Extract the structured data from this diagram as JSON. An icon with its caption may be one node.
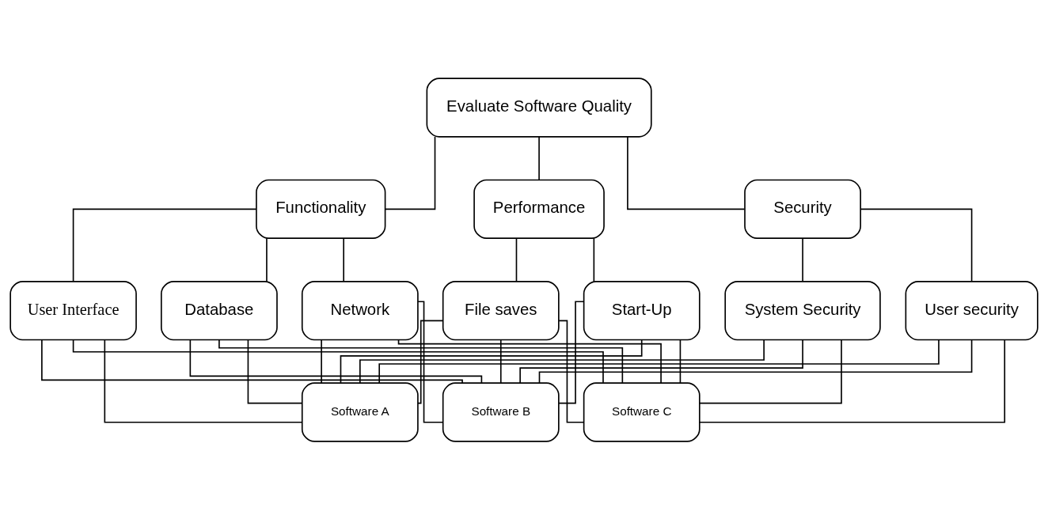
{
  "diagram": {
    "nodes": [
      {
        "text": [
          "Evaluate Software Quality"
        ]
      },
      {
        "text": [
          "Functionality"
        ]
      },
      {
        "text": [
          "Performance"
        ]
      },
      {
        "text": [
          "Security"
        ]
      },
      {
        "text": [
          "User Interface"
        ]
      },
      {
        "text": [
          "Database"
        ]
      },
      {
        "text": [
          "Network"
        ]
      },
      {
        "text": [
          "Start-Up"
        ]
      },
      {
        "text": [
          "File saves"
        ]
      },
      {
        "text": [
          "User security"
        ]
      },
      {
        "text": [
          "System Security"
        ]
      },
      {
        "text": [
          "Software A"
        ]
      },
      {
        "text": [
          "Software B"
        ]
      },
      {
        "text": [
          "Software C"
        ]
      }
    ],
    "edges": [
      {
        "from": 0,
        "to": 1,
        "arrow": "none"
      },
      {
        "from": 0,
        "to": 2,
        "arrow": "none"
      },
      {
        "from": 0,
        "to": 3,
        "arrow": "none"
      },
      {
        "from": 1,
        "to": 4,
        "arrow": "none"
      },
      {
        "from": 1,
        "to": 5,
        "arrow": "none"
      },
      {
        "from": 1,
        "to": 6,
        "arrow": "none"
      },
      {
        "from": 2,
        "to": 7,
        "arrow": "none"
      },
      {
        "from": 2,
        "to": 8,
        "arrow": "none"
      },
      {
        "from": 3,
        "to": 9,
        "arrow": "none"
      },
      {
        "from": 3,
        "to": 10,
        "arrow": "none"
      },
      {
        "from": 4,
        "to": 11,
        "arrow": "none"
      },
      {
        "from": 4,
        "to": 12,
        "arrow": "none"
      },
      {
        "from": 4,
        "to": 13,
        "arrow": "none"
      },
      {
        "from": 5,
        "to": 11,
        "arrow": "none"
      },
      {
        "from": 5,
        "to": 12,
        "arrow": "none"
      },
      {
        "from": 5,
        "to": 13,
        "arrow": "none"
      },
      {
        "from": 6,
        "to": 11,
        "arrow": "none"
      },
      {
        "from": 6,
        "to": 12,
        "arrow": "none"
      },
      {
        "from": 6,
        "to": 13,
        "arrow": "none"
      },
      {
        "from": 7,
        "to": 11,
        "arrow": "none"
      },
      {
        "from": 7,
        "to": 12,
        "arrow": "none"
      },
      {
        "from": 7,
        "to": 13,
        "arrow": "none"
      },
      {
        "from": 8,
        "to": 11,
        "arrow": "none"
      },
      {
        "from": 8,
        "to": 12,
        "arrow": "none"
      },
      {
        "from": 8,
        "to": 13,
        "arrow": "none"
      },
      {
        "from": 9,
        "to": 11,
        "arrow": "none"
      },
      {
        "from": 9,
        "to": 12,
        "arrow": "none"
      },
      {
        "from": 9,
        "to": 13,
        "arrow": "none"
      },
      {
        "from": 10,
        "to": 11,
        "arrow": "none"
      },
      {
        "from": 10,
        "to": 12,
        "arrow": "none"
      },
      {
        "from": 10,
        "to": 13,
        "arrow": "none"
      }
    ]
  }
}
